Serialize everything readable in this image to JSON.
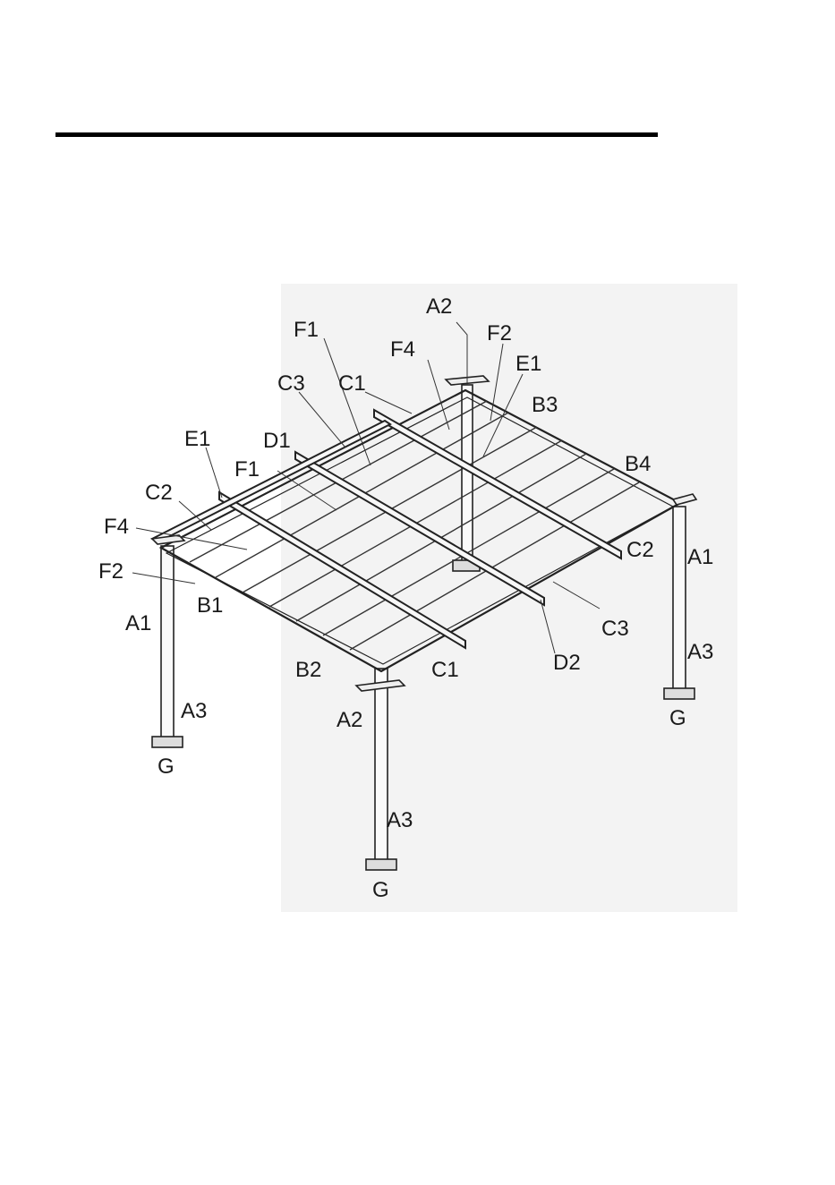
{
  "labels": {
    "a2_top": "A2",
    "f1_top": "F1",
    "f4_top": "F4",
    "f2_top": "F2",
    "e1_right": "E1",
    "c3_top": "C3",
    "c1_top": "C1",
    "b3": "B3",
    "e1_left": "E1",
    "d1": "D1",
    "f1_mid": "F1",
    "b4": "B4",
    "c2_left": "C2",
    "f4_left": "F4",
    "c2_right": "C2",
    "a1_right": "A1",
    "f2_left": "F2",
    "b1": "B1",
    "a1_left": "A1",
    "c3_right": "C3",
    "a3_right": "A3",
    "b2": "B2",
    "c1_bottom": "C1",
    "d2": "D2",
    "g_right": "G",
    "a3_left": "A3",
    "a2_front": "A2",
    "g_left": "G",
    "a3_front": "A3",
    "g_front": "G"
  }
}
